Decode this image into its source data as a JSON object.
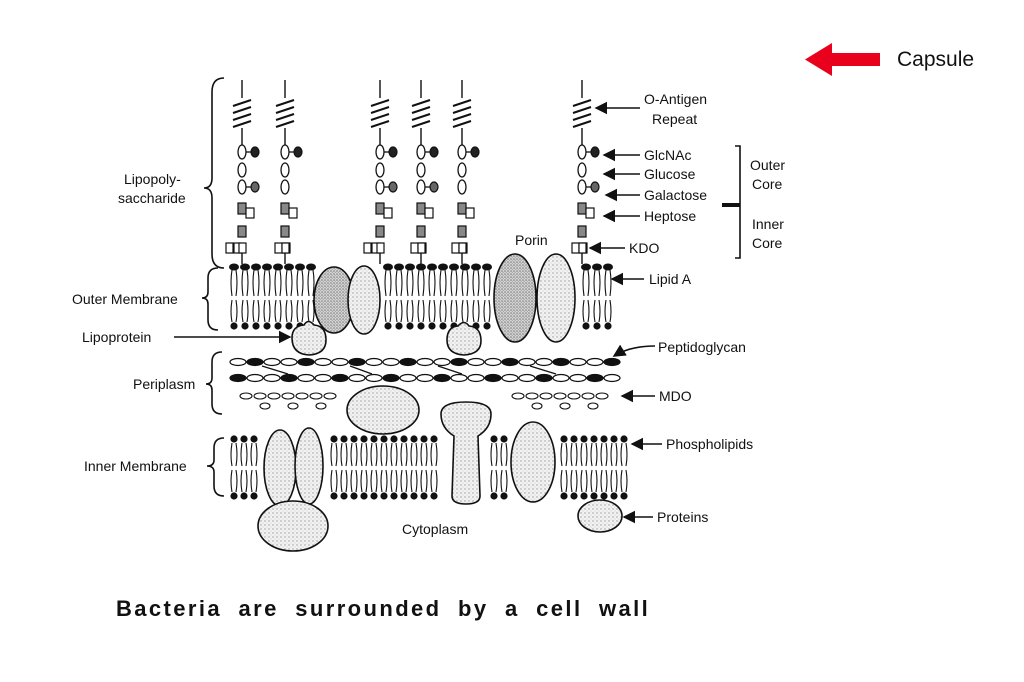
{
  "capsule": {
    "label": "Capsule",
    "arrow_color": "#e8001c"
  },
  "caption": "Bacteria are surrounded by a cell wall",
  "left_labels": {
    "lps_line1": "Lipopoly-",
    "lps_line2": "saccharide",
    "outer_membrane": "Outer Membrane",
    "lipoprotein": "Lipoprotein",
    "periplasm": "Periplasm",
    "inner_membrane": "Inner Membrane"
  },
  "right_labels": {
    "o_antigen_1": "O-Antigen",
    "o_antigen_2": "Repeat",
    "glcnac": "GlcNAc",
    "glucose": "Glucose",
    "galactose": "Galactose",
    "heptose": "Heptose",
    "kdo": "KDO",
    "lipid_a": "Lipid A",
    "peptidoglycan": "Peptidoglycan",
    "mdo": "MDO",
    "phospholipids": "Phospholipids",
    "proteins": "Proteins",
    "outer_core_1": "Outer",
    "outer_core_2": "Core",
    "inner_core_1": "Inner",
    "inner_core_2": "Core"
  },
  "inline_labels": {
    "porin": "Porin",
    "cytoplasm": "Cytoplasm"
  }
}
